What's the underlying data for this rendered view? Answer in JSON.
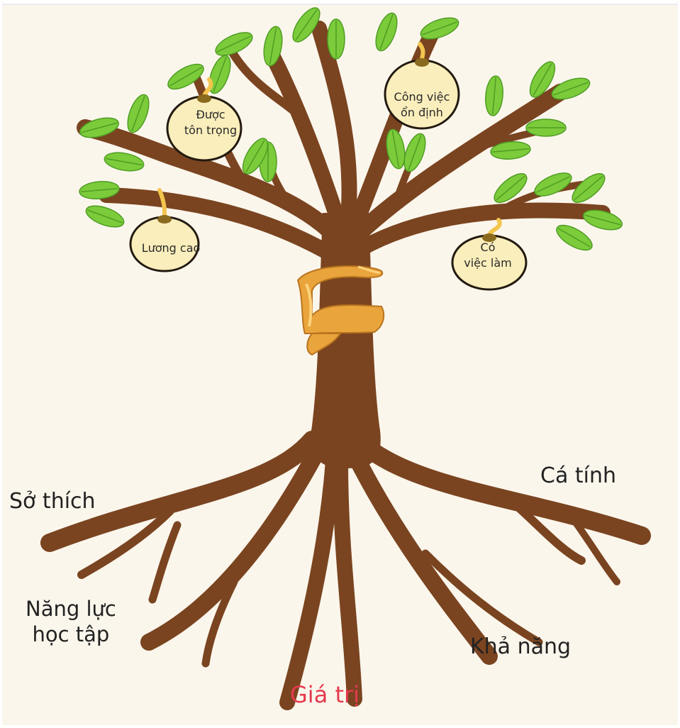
{
  "colors": {
    "background": "#fbf6ec",
    "border": "#d7dce3",
    "trunk": "#7a4420",
    "leaf": "#7ccb3a",
    "leaf_dark": "#4e9d24",
    "fruit": "#faeebc",
    "fruit_outline": "#231a10",
    "ribbon": "#e9a43c",
    "root_label": "#222222",
    "value_label": "#e53a4f"
  },
  "fruits": {
    "respected": {
      "line1": "Được",
      "line2": "tôn trọng"
    },
    "stable_job": {
      "line1": "Công việc",
      "line2": "ổn định"
    },
    "high_salary": {
      "line1": "Lương cao"
    },
    "employed": {
      "line1": "Có",
      "line2": "việc làm"
    }
  },
  "roots": {
    "hobbies": "Sở thích",
    "personality": "Cá tính",
    "learning_ability": {
      "line1": "Năng lực",
      "line2": "học tập"
    },
    "ability": "Khả năng",
    "values": "Giá trị"
  }
}
